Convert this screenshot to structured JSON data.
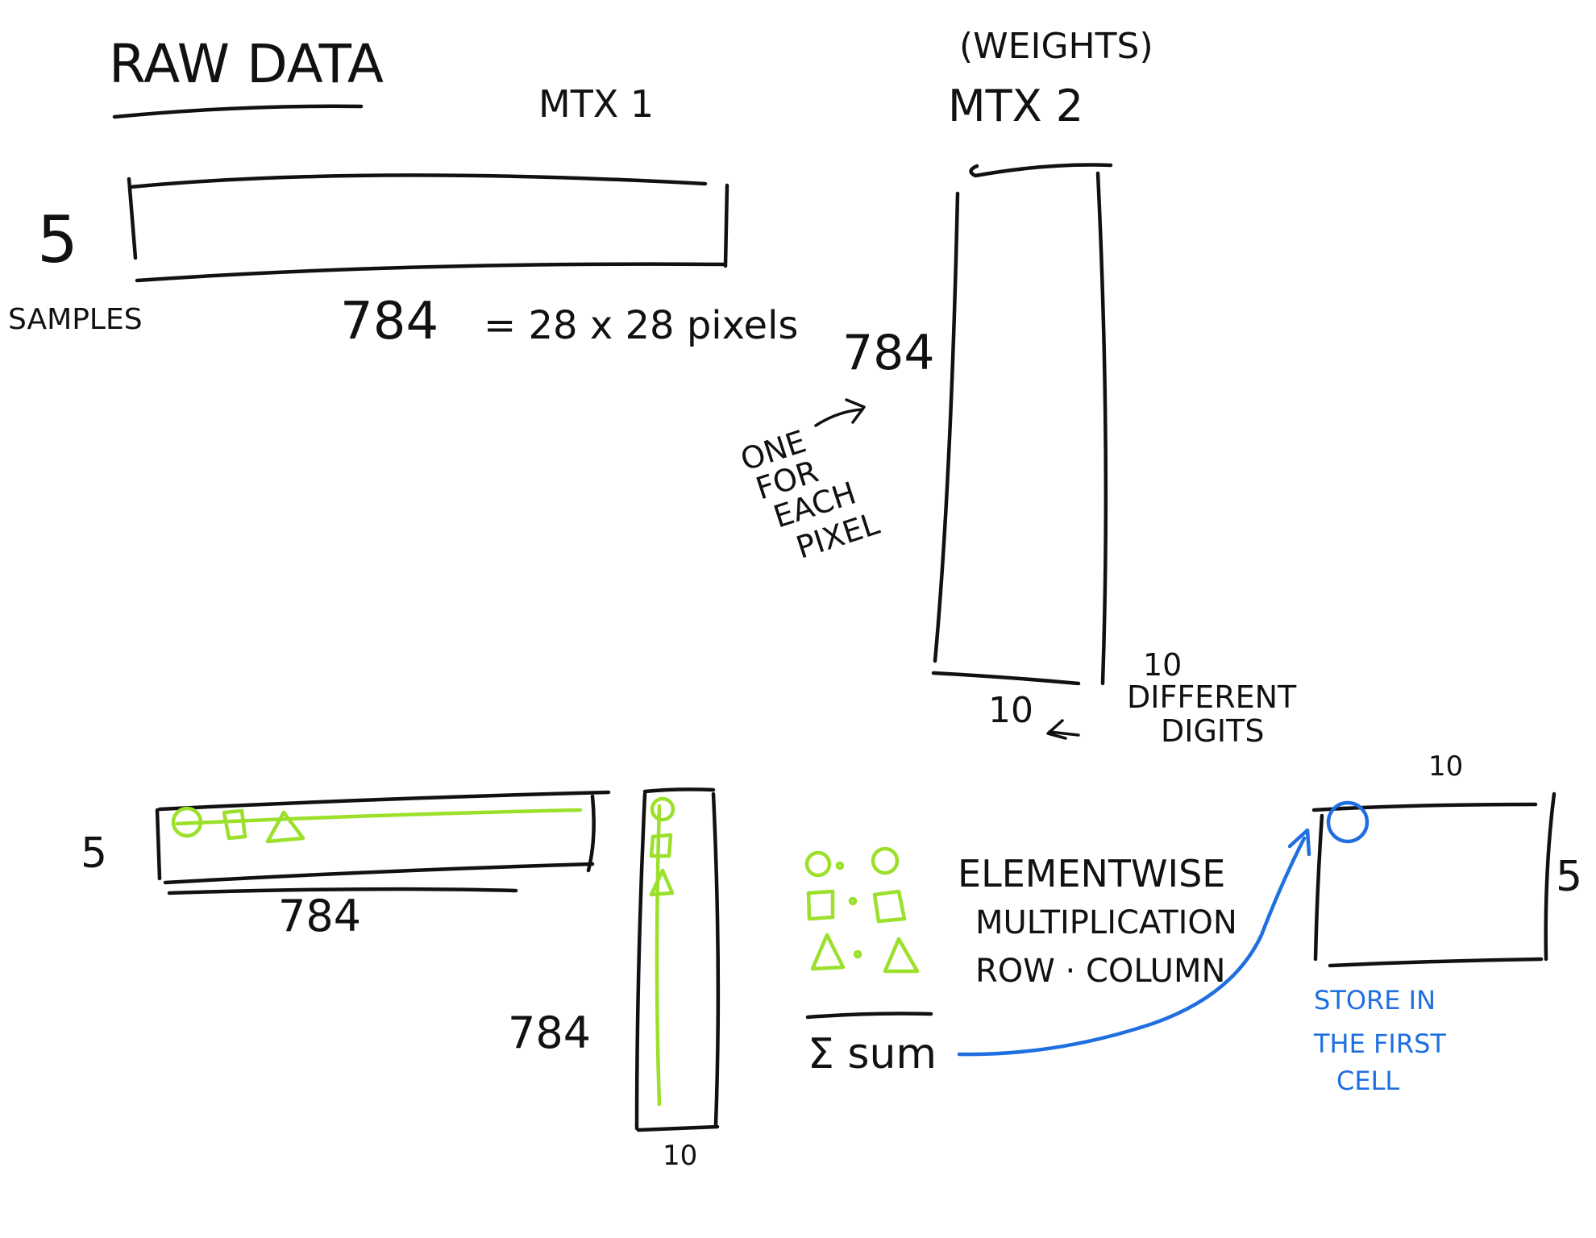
{
  "colors": {
    "ink": "#111111",
    "highlight": "#9be02a",
    "annotation": "#1f6fe0",
    "background": "#ffffff"
  },
  "top_left": {
    "heading": "RAW DATA",
    "matrix_label": "MTX 1",
    "rows_value": "5",
    "rows_label": "SAMPLES",
    "cols_value": "784",
    "cols_note": "= 28 x 28 pixels"
  },
  "top_right": {
    "subtitle": "(WEIGHTS)",
    "matrix_label": "MTX 2",
    "rows_value": "784",
    "rows_note": [
      "ONE",
      "FOR",
      "EACH",
      "PIXEL"
    ],
    "cols_value": "10",
    "cols_note": [
      "10",
      "DIFFERENT",
      "DIGITS"
    ]
  },
  "bottom": {
    "left_rows": "5",
    "left_cols": "784",
    "right_rows": "784",
    "right_cols": "10",
    "operation_lines": [
      "ELEMENTWISE",
      "MULTIPLICATION",
      "ROW · COLUMN"
    ],
    "sum_label": "Σ sum",
    "result_cols": "10",
    "result_rows": "5",
    "result_note": [
      "STORE IN",
      "THE FIRST",
      "CELL"
    ]
  }
}
